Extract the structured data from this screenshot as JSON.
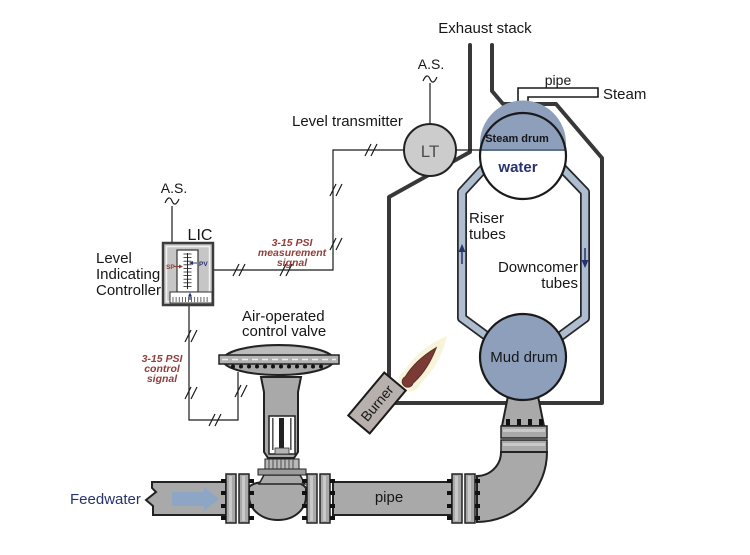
{
  "diagram": {
    "type": "boiler-water-level-control",
    "labels": {
      "exhaust_stack": "Exhaust stack",
      "air_supply_transmitter": "A.S.",
      "air_supply_controller": "A.S.",
      "steam_pipe": "pipe",
      "steam": "Steam",
      "level_transmitter": "Level transmitter",
      "transmitter_tag": "LT",
      "steam_drum": "Steam drum",
      "water": "water",
      "controller_tag": "LIC",
      "controller_name": [
        "Level",
        "Indicating",
        "Controller"
      ],
      "measurement_signal": [
        "3-15 PSI",
        "measurement",
        "signal"
      ],
      "control_signal": [
        "3-15 PSI",
        "control",
        "signal"
      ],
      "riser_tubes": [
        "Riser",
        "tubes"
      ],
      "downcomer_tubes": [
        "Downcomer",
        "tubes"
      ],
      "control_valve": [
        "Air-operated",
        "control valve"
      ],
      "burner": "Burner",
      "mud_drum": "Mud drum",
      "feedwater": "Feedwater",
      "feed_pipe": "pipe",
      "setpoint_tag": "SP",
      "process_variable_tag": "PV"
    },
    "colors": {
      "water_fill": "#8d9fbb",
      "tube_fill": "#aebdcf",
      "pipe_gray": "#a9a9a9",
      "instrument_gray": "#cccccc",
      "signal_text": "#8f3f3b",
      "navy_text": "#27336f",
      "flame_inner": "#7c3a34",
      "flame_glow": "#f8f4da",
      "arrow_fill": "#8ea6c6",
      "outline": "#333333"
    }
  }
}
